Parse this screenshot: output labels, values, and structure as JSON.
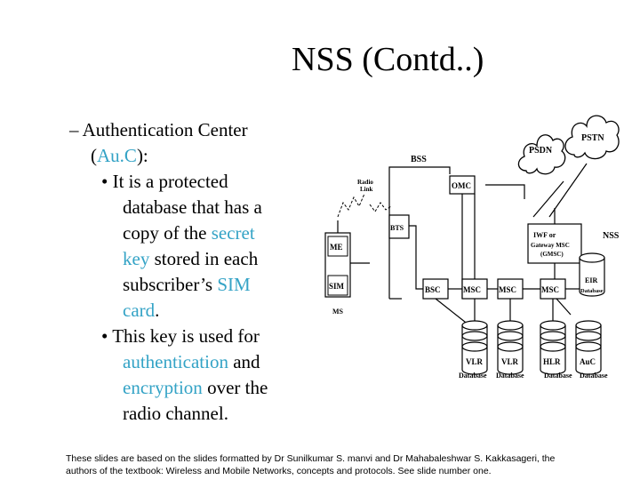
{
  "title": "NSS (Contd..)",
  "bullets": {
    "b1_pre": "– Authentication Center",
    "b1_open": "(",
    "b1_acc": "Au.C",
    "b1_close": "):",
    "s1_a": "• It is a protected",
    "s1_b": "database that has a",
    "s1_c1": "copy of the ",
    "s1_c2": "secret",
    "s1_d1": "key",
    "s1_d2": " stored in each",
    "s1_e1": "subscriber’s ",
    "s1_e2": "SIM",
    "s1_f1": "card",
    "s1_f2": ".",
    "s2_a": "• This key is used for",
    "s2_b1": "authentication",
    "s2_b2": " and",
    "s2_c1": "encryption",
    "s2_c2": " over the",
    "s2_d": "radio channel."
  },
  "diagram": {
    "pstn": "PSTN",
    "psdn": "PSDN",
    "bss": "BSS",
    "omc": "OMC",
    "radio_link_1": "Radio",
    "radio_link_2": "Link",
    "bts": "BTS",
    "me": "ME",
    "sim": "SIM",
    "ms": "MS",
    "bsc": "BSC",
    "msc1": "MSC",
    "msc2": "MSC",
    "msc3": "MSC",
    "iwf_1": "IWF or",
    "iwf_2": "Gateway MSC",
    "iwf_3": "(GMSC)",
    "nss": "NSS",
    "eir_1": "EIR",
    "eir_2": "Database",
    "vlr1": "VLR",
    "vlr2": "VLR",
    "hlr": "HLR",
    "auc": "AuC",
    "db1": "Database",
    "db2": "Database",
    "db3": "Database",
    "db4": "Database"
  },
  "footer": {
    "line1": "These slides are based on the slides formatted by Dr Sunilkumar S. manvi and Dr Mahabaleshwar S. Kakkasageri, the",
    "line2": "authors of the textbook: Wireless and Mobile Networks, concepts and protocols. See slide number one."
  },
  "colors": {
    "accent": "#34A3C6",
    "text": "#000000",
    "background": "#FFFFFF"
  }
}
